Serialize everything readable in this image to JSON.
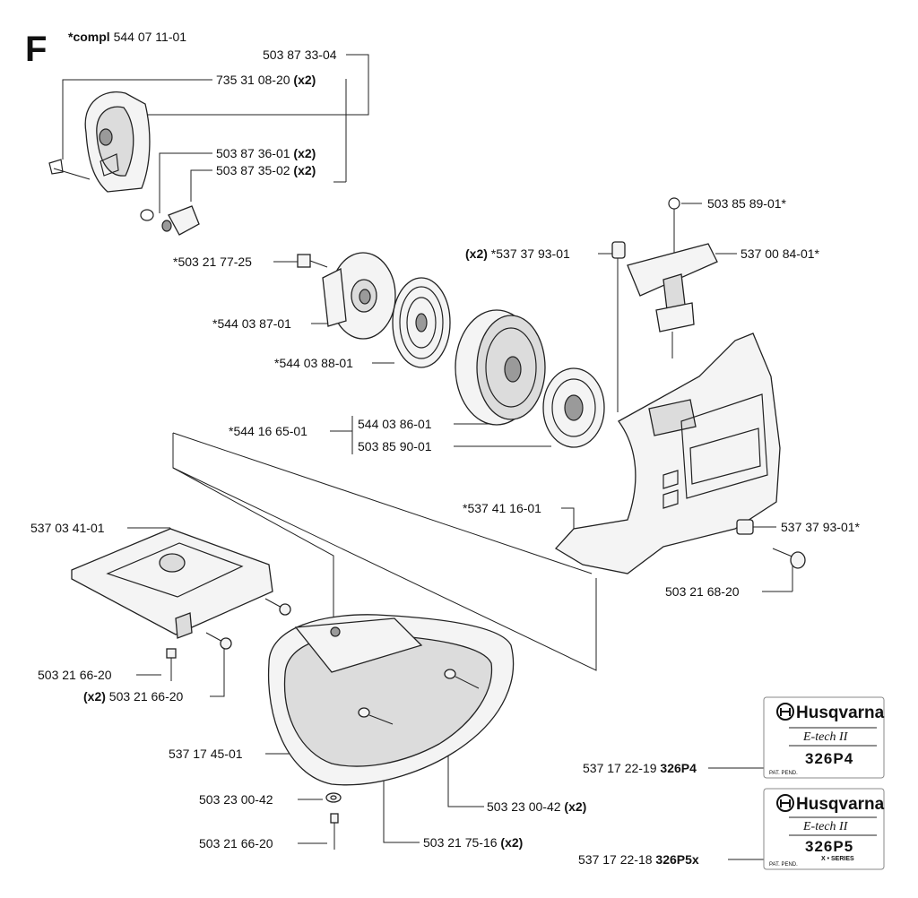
{
  "section_letter": "F",
  "compl": {
    "prefix": "*compl",
    "number": "544 07 11-01"
  },
  "labels": {
    "p_503873304": "503 87 33-04",
    "p_735310820": "735 31 08-20",
    "p_503873601": "503 87 36-01",
    "p_503873502": "503 87 35-02",
    "p_503858901": "503 85 89-01*",
    "p_537008401": "537 00 84-01*",
    "p_537379301_top": "*537 37 93-01",
    "p_503217725": "*503 21 77-25",
    "p_544038701": "*544 03 87-01",
    "p_544038801": "*544 03 88-01",
    "p_544166501": "*544 16 65-01",
    "p_544038601": "544 03 86-01",
    "p_503859001": "503 85 90-01",
    "p_537411601": "*537 41 16-01",
    "p_537034101": "537 03 41-01",
    "p_537379301_right": "537 37 93-01*",
    "p_503216820": "503 21 68-20",
    "p_503216620_a": "503 21 66-20",
    "p_503216620_b": "503 21 66-20",
    "p_537174501": "537 17 45-01",
    "p_503230042_a": "503 23 00-42",
    "p_503230042_b": "503 23 00-42",
    "p_503216620_c": "503 21 66-20",
    "p_503217516": "503 21 75-16",
    "p_537172219": "537 17 22-19",
    "p_537172218": "537 17 22-18"
  },
  "qty": {
    "x2": "(x2)"
  },
  "models": {
    "m1": "326P4",
    "m2": "326P5x"
  },
  "badges": {
    "brand": "Husqvarna",
    "etech": "E-tech II",
    "model1": "326P4",
    "model2": "326P5",
    "series": "X • SERIES",
    "pat": "PAT. PEND."
  }
}
